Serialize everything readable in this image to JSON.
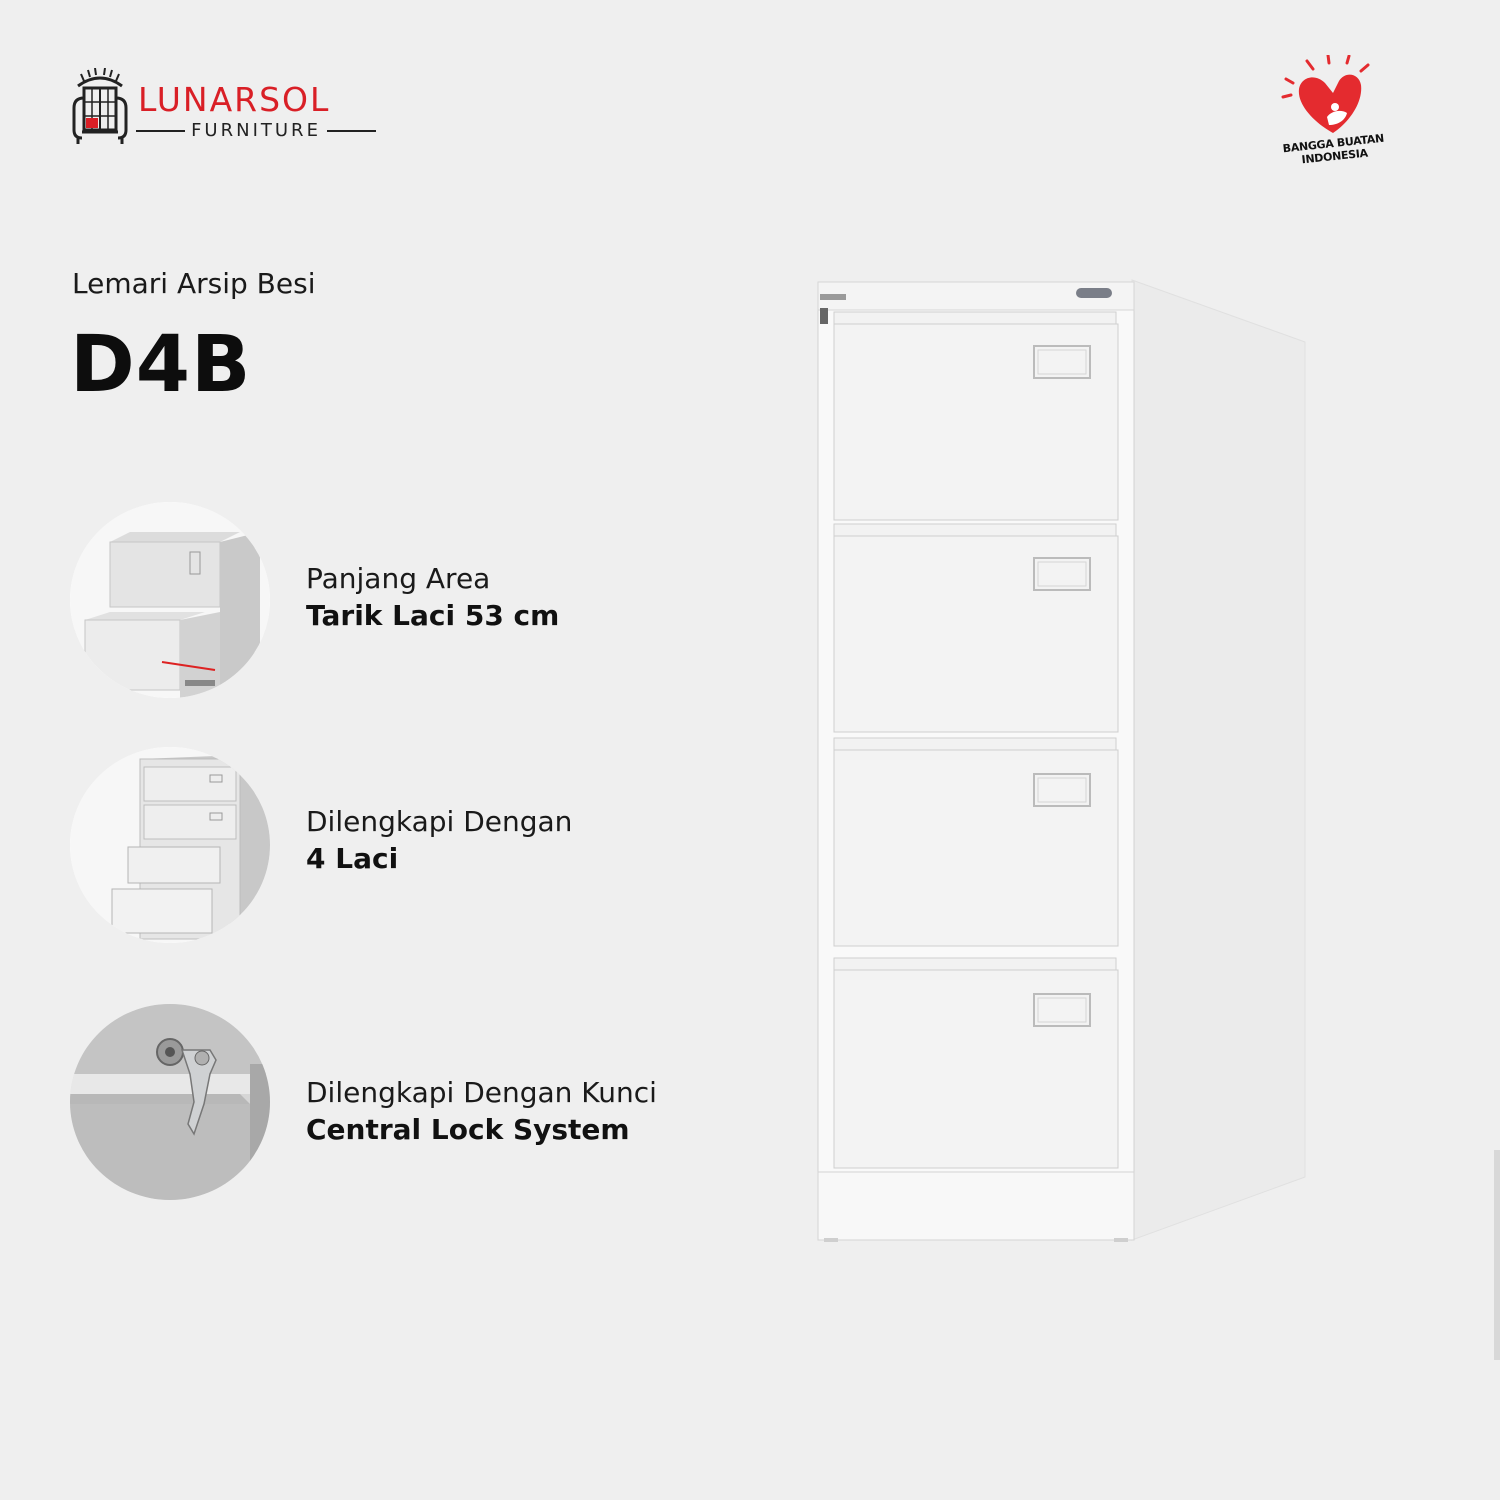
{
  "brand": {
    "name": "LUNARSOL",
    "sub": "FURNITURE",
    "icon": "armchair-window-logo-icon",
    "color": "#d91f26"
  },
  "badge": {
    "text_line1": "BANGGA BUATAN",
    "text_line2": "INDONESIA",
    "icon": "heart-badge-icon",
    "color": "#e42b2f"
  },
  "product": {
    "subtitle": "Lemari Arsip Besi",
    "title": "D4B"
  },
  "features": [
    {
      "line1": "Panjang Area",
      "line2": "Tarik Laci 53 cm",
      "icon": "drawer-pull-thumbnail"
    },
    {
      "line1": "Dilengkapi Dengan",
      "line2": "4 Laci",
      "icon": "four-drawers-thumbnail"
    },
    {
      "line1": "Dilengkapi Dengan Kunci",
      "line2": "Central Lock System",
      "icon": "key-lock-thumbnail"
    }
  ]
}
